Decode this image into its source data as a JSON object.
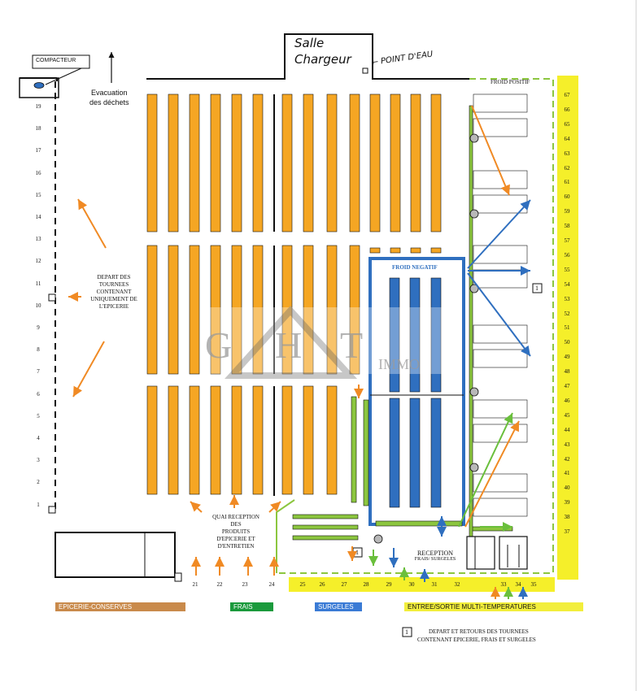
{
  "labels": {
    "compacteur": "COMPACTEUR",
    "salle_line1": "Salle",
    "salle_line2": "Chargeur",
    "point_eau": "← POINT D'EAU",
    "evacuation_line1": "Evacuation",
    "evacuation_line2": "des déchets",
    "froid_positif": "FROID POSITIF",
    "froid_negatif": "FROID NEGATIF",
    "depart_line1": "DEPART DES",
    "depart_line2": "TOURNEES",
    "depart_line3": "CONTENANT",
    "depart_line4": "UNIQUEMENT DE",
    "depart_line5": "L'EPICERIE",
    "quai_line1": "QUAI RECEPTION",
    "quai_line2": "DES",
    "quai_line3": "PRODUITS",
    "quai_line4": "D'EPICERIE ET",
    "quai_line5": "D'ENTRETIEN",
    "reception_line1": "RECEPTION",
    "reception_line2": "FRAIS/ SURGELES",
    "box_one": "1",
    "note_line1": "DEPART ET RETOURS DES TOURNEES",
    "note_line2": "CONTENANT EPICERIE, FRAIS ET SURGELES"
  },
  "watermark": {
    "left": "G",
    "middle": "H",
    "right": "T",
    "suffix": "IMMO"
  },
  "left_doors": [
    "19",
    "18",
    "17",
    "16",
    "15",
    "14",
    "13",
    "12",
    "11",
    "10",
    "9",
    "8",
    "7",
    "6",
    "5",
    "4",
    "3",
    "2",
    "1"
  ],
  "right_doors": [
    "67",
    "66",
    "65",
    "64",
    "63",
    "62",
    "61",
    "60",
    "59",
    "58",
    "57",
    "56",
    "55",
    "54",
    "53",
    "52",
    "51",
    "50",
    "49",
    "48",
    "47",
    "46",
    "45",
    "44",
    "43",
    "42",
    "41",
    "40",
    "39",
    "38",
    "37"
  ],
  "bottom_doors_left": [
    "21",
    "22",
    "23",
    "24"
  ],
  "bottom_doors_yellow": [
    "25",
    "26",
    "27",
    "28",
    "29",
    "30",
    "31",
    "32"
  ],
  "bottom_doors_right": [
    "33",
    "34",
    "35"
  ],
  "legend": [
    {
      "label": "EPICERIE-CONSERVES",
      "color": "#c98a4b"
    },
    {
      "label": "FRAIS",
      "color": "#1a9a3c"
    },
    {
      "label": "SURGELES",
      "color": "#3a7bd5"
    },
    {
      "label": "ENTREE/SORTIE MULTI-TEMPERATURES",
      "color": "#f2ee3c"
    }
  ],
  "colors": {
    "epicerie": "#f5a623",
    "frais": "#8cc63f",
    "surgeles": "#2f6fbf",
    "yellow": "#f5ef2a",
    "arrow_orange": "#f08a24",
    "arrow_blue": "#2f6fbf",
    "arrow_green": "#6abf3c"
  }
}
